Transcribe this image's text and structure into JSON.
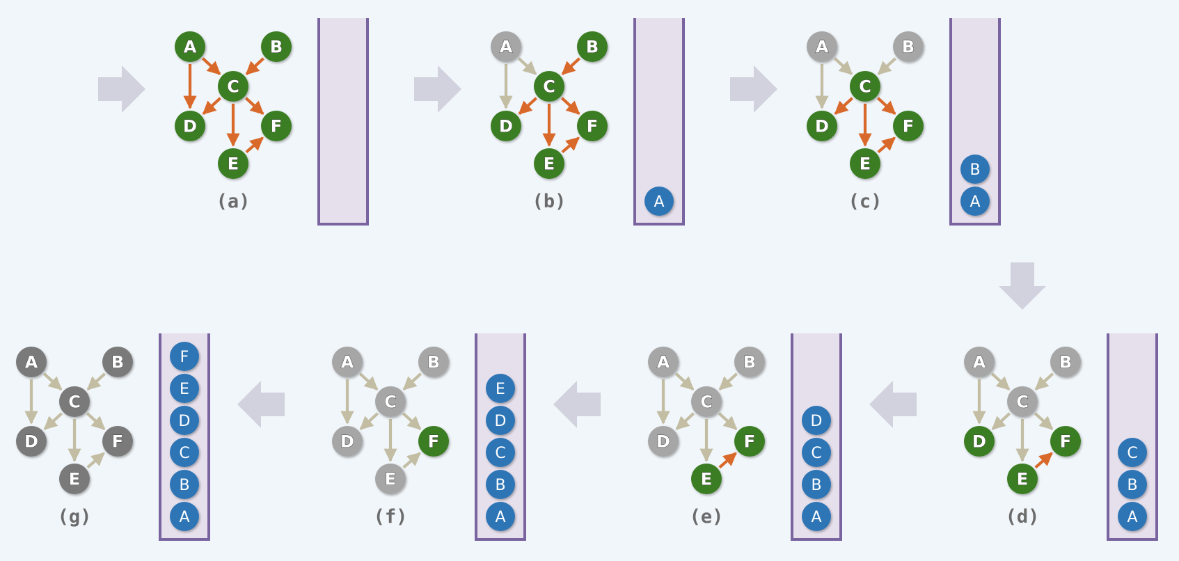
{
  "colors": {
    "background": "#f1f6fa",
    "active_node": "#3b7d23",
    "visited_node_light": "#a6a6a6",
    "visited_node_dark": "#7a7a7a",
    "active_edge": "#d9692a",
    "inactive_edge": "#c2bda3",
    "stack_fill": "#e6e0ec",
    "stack_border": "#7a64a0",
    "stack_item": "#2e75b6",
    "flow_arrow": "#d1d2dd"
  },
  "nodes": [
    "A",
    "B",
    "C",
    "D",
    "E",
    "F"
  ],
  "edges": [
    [
      "A",
      "C"
    ],
    [
      "A",
      "D"
    ],
    [
      "B",
      "C"
    ],
    [
      "C",
      "D"
    ],
    [
      "C",
      "E"
    ],
    [
      "C",
      "F"
    ],
    [
      "E",
      "F"
    ]
  ],
  "panels": [
    {
      "caption": "(a)",
      "stack": [],
      "grey_nodes": [],
      "node_tone": "light",
      "active_edges": [
        [
          "A",
          "C"
        ],
        [
          "A",
          "D"
        ],
        [
          "B",
          "C"
        ],
        [
          "C",
          "D"
        ],
        [
          "C",
          "E"
        ],
        [
          "C",
          "F"
        ],
        [
          "E",
          "F"
        ]
      ]
    },
    {
      "caption": "(b)",
      "stack": [
        "A"
      ],
      "grey_nodes": [
        "A"
      ],
      "node_tone": "light",
      "active_edges": [
        [
          "B",
          "C"
        ],
        [
          "C",
          "D"
        ],
        [
          "C",
          "E"
        ],
        [
          "C",
          "F"
        ],
        [
          "E",
          "F"
        ]
      ]
    },
    {
      "caption": "(c)",
      "stack": [
        "A",
        "B"
      ],
      "grey_nodes": [
        "A",
        "B"
      ],
      "node_tone": "light",
      "active_edges": [
        [
          "C",
          "D"
        ],
        [
          "C",
          "E"
        ],
        [
          "C",
          "F"
        ],
        [
          "E",
          "F"
        ]
      ]
    },
    {
      "caption": "(d)",
      "stack": [
        "A",
        "B",
        "C"
      ],
      "grey_nodes": [
        "A",
        "B",
        "C"
      ],
      "node_tone": "light",
      "active_edges": [
        [
          "E",
          "F"
        ]
      ]
    },
    {
      "caption": "(e)",
      "stack": [
        "A",
        "B",
        "C",
        "D"
      ],
      "grey_nodes": [
        "A",
        "B",
        "C",
        "D"
      ],
      "node_tone": "light",
      "active_edges": [
        [
          "E",
          "F"
        ]
      ]
    },
    {
      "caption": "(f)",
      "stack": [
        "A",
        "B",
        "C",
        "D",
        "E"
      ],
      "grey_nodes": [
        "A",
        "B",
        "C",
        "D",
        "E"
      ],
      "node_tone": "light",
      "active_edges": []
    },
    {
      "caption": "(g)",
      "stack": [
        "A",
        "B",
        "C",
        "D",
        "E",
        "F"
      ],
      "grey_nodes": [
        "A",
        "B",
        "C",
        "D",
        "E",
        "F"
      ],
      "node_tone": "dark",
      "active_edges": []
    }
  ],
  "flow_arrows": [
    {
      "direction": "right",
      "icon": "arrow-right-icon"
    },
    {
      "direction": "right",
      "icon": "arrow-right-icon"
    },
    {
      "direction": "right",
      "icon": "arrow-right-icon"
    },
    {
      "direction": "down",
      "icon": "arrow-down-icon"
    },
    {
      "direction": "left",
      "icon": "arrow-left-icon"
    },
    {
      "direction": "left",
      "icon": "arrow-left-icon"
    },
    {
      "direction": "left",
      "icon": "arrow-left-icon"
    }
  ]
}
